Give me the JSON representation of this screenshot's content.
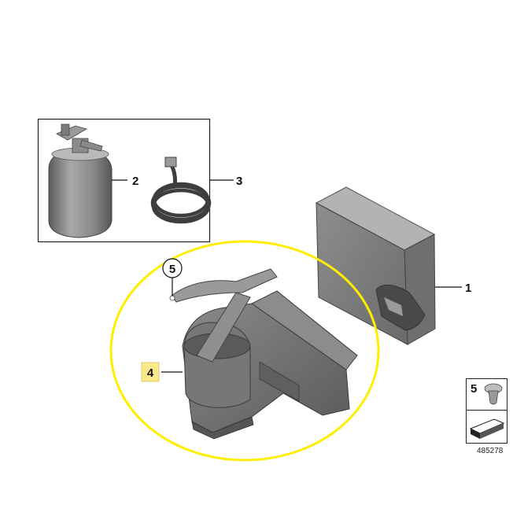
{
  "callouts": {
    "c1": "1",
    "c2": "2",
    "c3": "3",
    "c4": "4",
    "c5": "5"
  },
  "legend": {
    "part_number": "5"
  },
  "reference_id": "485278",
  "colors": {
    "highlight_ellipse": "#ffee00",
    "highlight_label": "#fbe98a",
    "part_gray": "#7a7a7a"
  },
  "icons": {
    "bottle": "sealant-bottle-icon",
    "hose": "coiled-hose-icon",
    "compressor": "compressor-box-icon",
    "holder": "holder-bracket-icon",
    "clip": "push-clip-icon",
    "arrow": "direction-arrow-icon"
  }
}
